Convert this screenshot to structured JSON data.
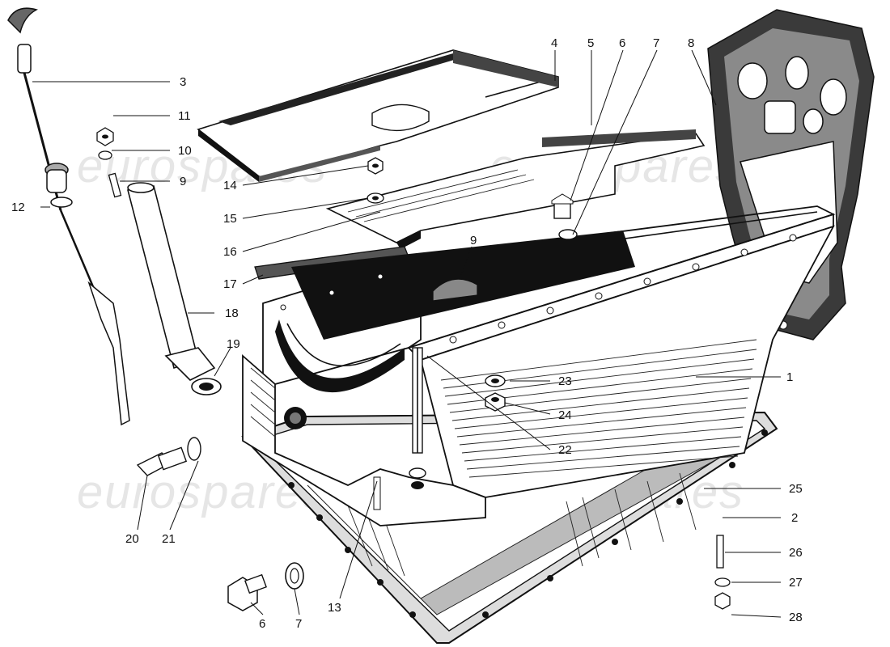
{
  "diagram": {
    "watermarks": [
      "eurospares",
      "eurospares",
      "eurospares",
      "eurospares"
    ],
    "callouts": [
      {
        "id": "3",
        "text": "3"
      },
      {
        "id": "11",
        "text": "11"
      },
      {
        "id": "10",
        "text": "10"
      },
      {
        "id": "9a",
        "text": "9"
      },
      {
        "id": "12",
        "text": "12"
      },
      {
        "id": "4",
        "text": "4"
      },
      {
        "id": "5",
        "text": "5"
      },
      {
        "id": "6a",
        "text": "6"
      },
      {
        "id": "7a",
        "text": "7"
      },
      {
        "id": "8",
        "text": "8"
      },
      {
        "id": "14",
        "text": "14"
      },
      {
        "id": "15",
        "text": "15"
      },
      {
        "id": "16",
        "text": "16"
      },
      {
        "id": "9b",
        "text": "9"
      },
      {
        "id": "17",
        "text": "17"
      },
      {
        "id": "18",
        "text": "18"
      },
      {
        "id": "19",
        "text": "19"
      },
      {
        "id": "1",
        "text": "1"
      },
      {
        "id": "23",
        "text": "23"
      },
      {
        "id": "24",
        "text": "24"
      },
      {
        "id": "22",
        "text": "22"
      },
      {
        "id": "25",
        "text": "25"
      },
      {
        "id": "2",
        "text": "2"
      },
      {
        "id": "26",
        "text": "26"
      },
      {
        "id": "27",
        "text": "27"
      },
      {
        "id": "28",
        "text": "28"
      },
      {
        "id": "20",
        "text": "20"
      },
      {
        "id": "21",
        "text": "21"
      },
      {
        "id": "13",
        "text": "13"
      },
      {
        "id": "6b",
        "text": "6"
      },
      {
        "id": "7b",
        "text": "7"
      }
    ]
  }
}
